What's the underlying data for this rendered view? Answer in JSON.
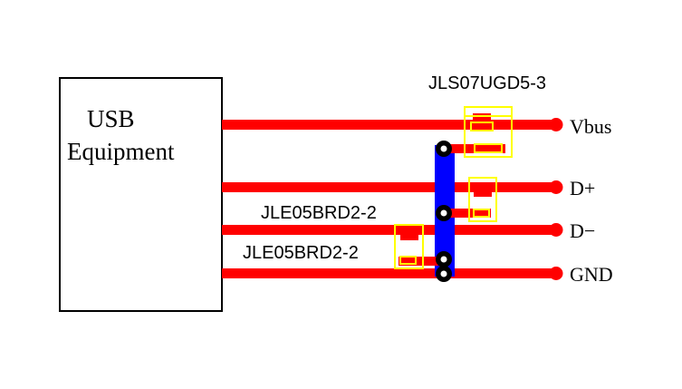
{
  "device": {
    "line1": "USB",
    "line2": "Equipment"
  },
  "signals": {
    "vbus": "Vbus",
    "dplus": "D+",
    "dminus": "D−",
    "gnd": "GND"
  },
  "components": {
    "tvs_vbus": "JLS07UGD5-3",
    "tvs_data_1": "JLE05BRD2-2",
    "tvs_data_2": "JLE05BRD2-2"
  },
  "colors": {
    "trace": "#ff0000",
    "ground_bus": "#0000ff",
    "component_outline": "#ffff00",
    "via": "#000000"
  }
}
